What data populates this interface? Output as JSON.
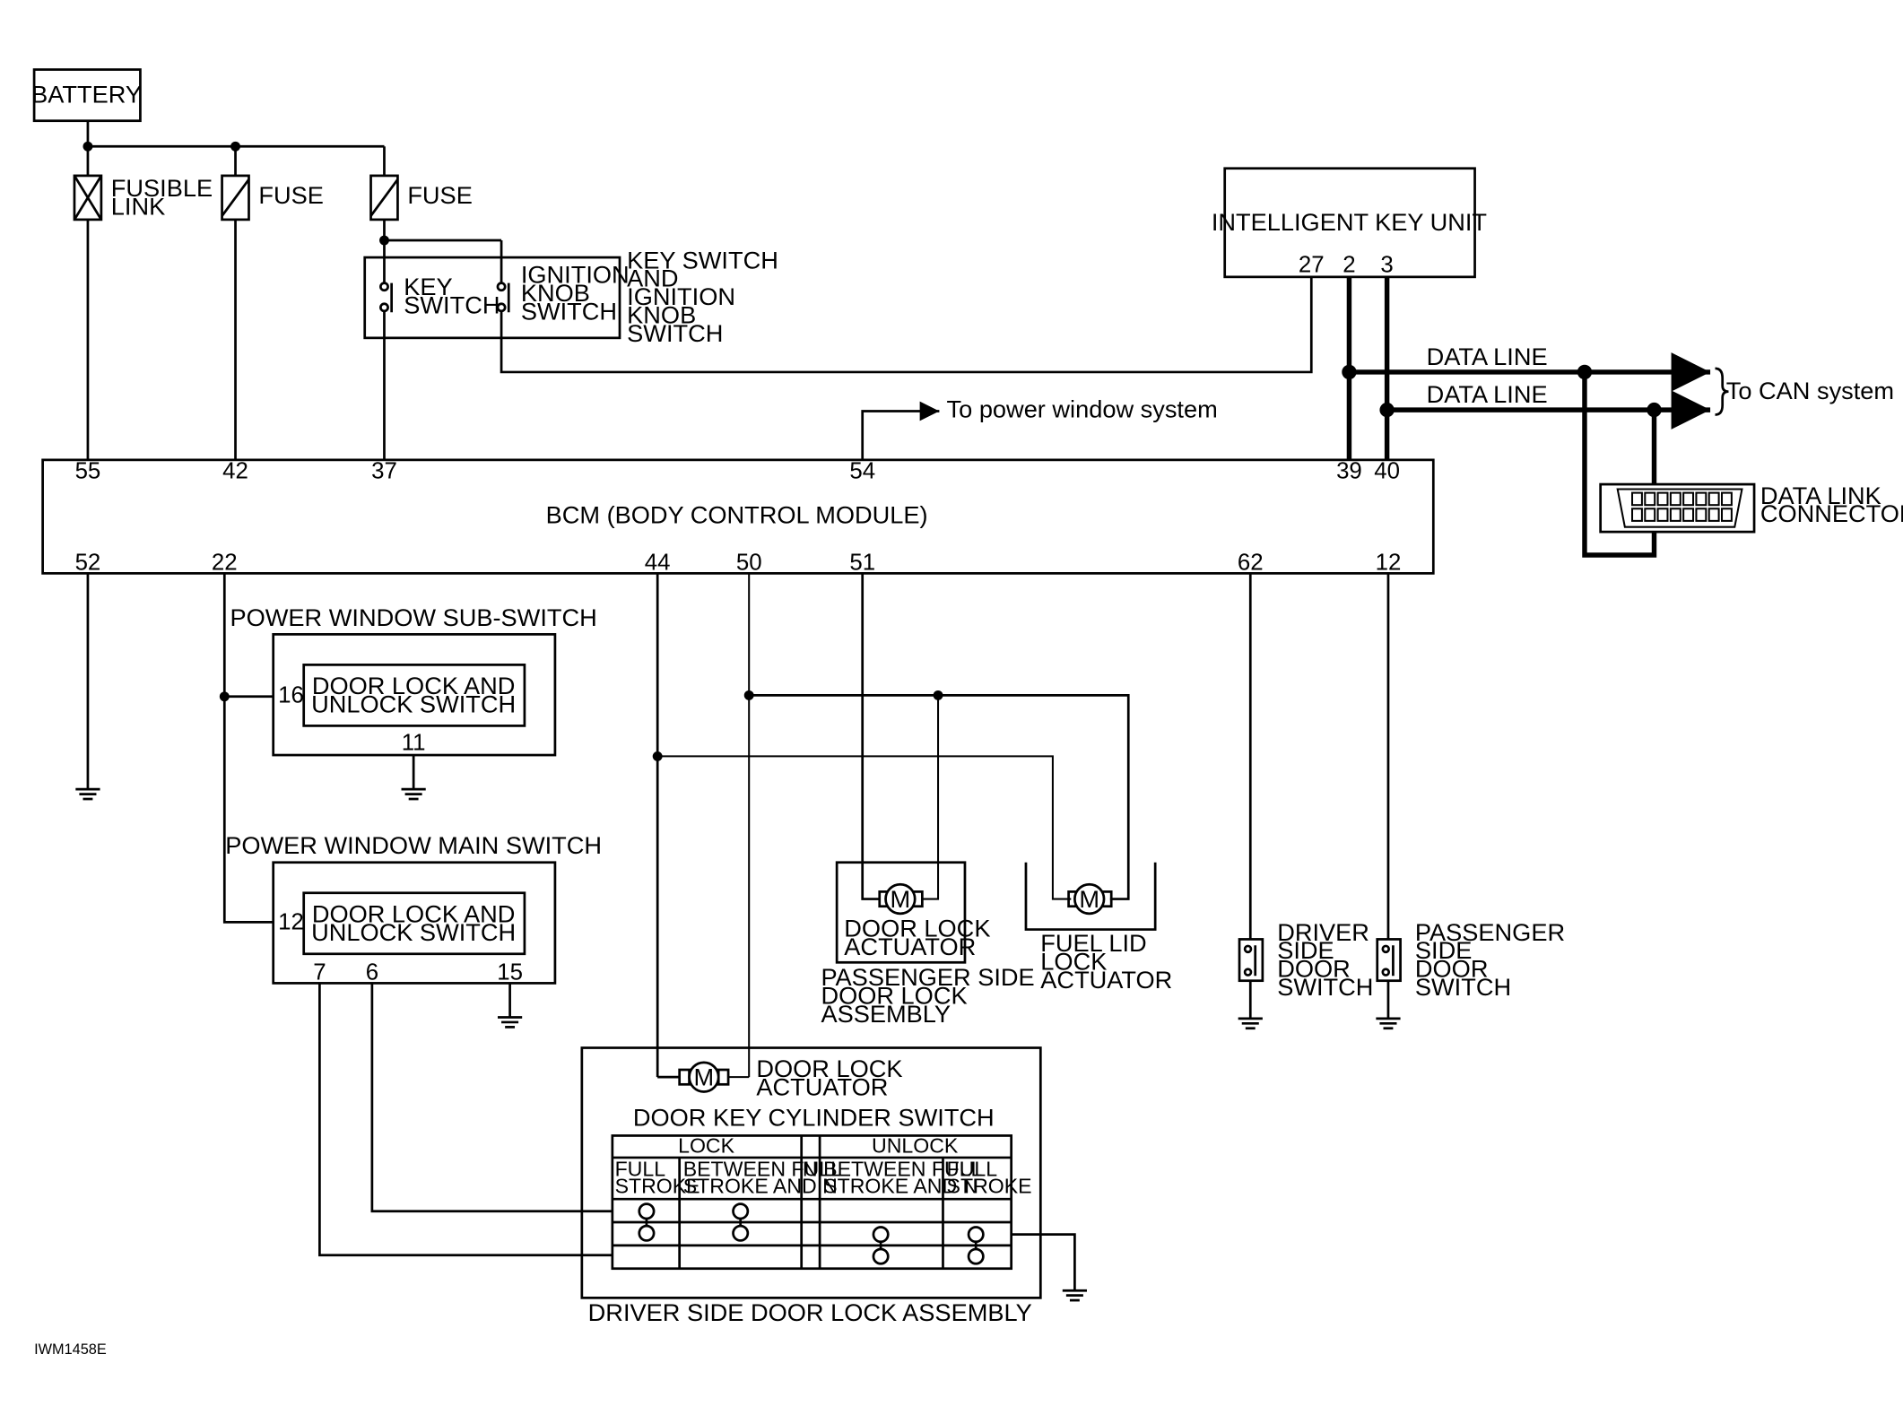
{
  "diagram_id": "IWM1458E",
  "power": {
    "battery": "BATTERY",
    "fusible_link": "FUSIBLE\nLINK",
    "fuse_1": "FUSE",
    "fuse_2": "FUSE"
  },
  "key_switch_assembly": {
    "title": "KEY SWITCH\nAND\nIGNITION\nKNOB\nSWITCH",
    "key_switch": "KEY\nSWITCH",
    "ignition_knob_switch": "IGNITION\nKNOB\nSWITCH"
  },
  "intelligent_key_unit": {
    "title": "INTELLIGENT KEY UNIT",
    "pins": [
      "27",
      "2",
      "3"
    ]
  },
  "data_lines": {
    "line_1": "DATA LINE",
    "line_2": "DATA LINE",
    "to_can": "To CAN system"
  },
  "data_link_connector": "DATA LINK\nCONNECTOR",
  "bcm": {
    "title": "BCM (BODY CONTROL MODULE)",
    "top_pins": [
      "55",
      "42",
      "37",
      "54",
      "39",
      "40"
    ],
    "bottom_pins": [
      "52",
      "22",
      "44",
      "50",
      "51",
      "62",
      "12"
    ]
  },
  "to_power_window": "To power window system",
  "pw_sub_switch": {
    "title": "POWER WINDOW SUB-SWITCH",
    "inner": "DOOR LOCK AND\nUNLOCK SWITCH",
    "pins": [
      "16",
      "11"
    ]
  },
  "pw_main_switch": {
    "title": "POWER WINDOW MAIN SWITCH",
    "inner": "DOOR LOCK AND\nUNLOCK SWITCH",
    "pins": [
      "12",
      "7",
      "6",
      "15"
    ]
  },
  "passenger_actuator": {
    "motor": "M",
    "label": "DOOR LOCK\nACTUATOR",
    "assembly": "PASSENGER SIDE\nDOOR LOCK\nASSEMBLY"
  },
  "fuel_lid": {
    "motor": "M",
    "label": "FUEL LID\nLOCK\nACTUATOR"
  },
  "driver_door_switch": "DRIVER\nSIDE\nDOOR\nSWITCH",
  "passenger_door_switch": "PASSENGER\nSIDE\nDOOR\nSWITCH",
  "driver_assembly": {
    "actuator_motor": "M",
    "actuator": "DOOR LOCK\nACTUATOR",
    "key_cyl_title": "DOOR KEY CYLINDER SWITCH",
    "lock": "LOCK",
    "unlock": "UNLOCK",
    "full_stroke_1": "FULL\nSTROKE",
    "between_1": "BETWEEN FULL\nSTROKE AND N",
    "n": "N",
    "between_2": "BETWEEN FULL\nSTROKE AND N",
    "full_stroke_2": "FULL\nSTROKE",
    "assembly": "DRIVER SIDE DOOR LOCK ASSEMBLY"
  }
}
